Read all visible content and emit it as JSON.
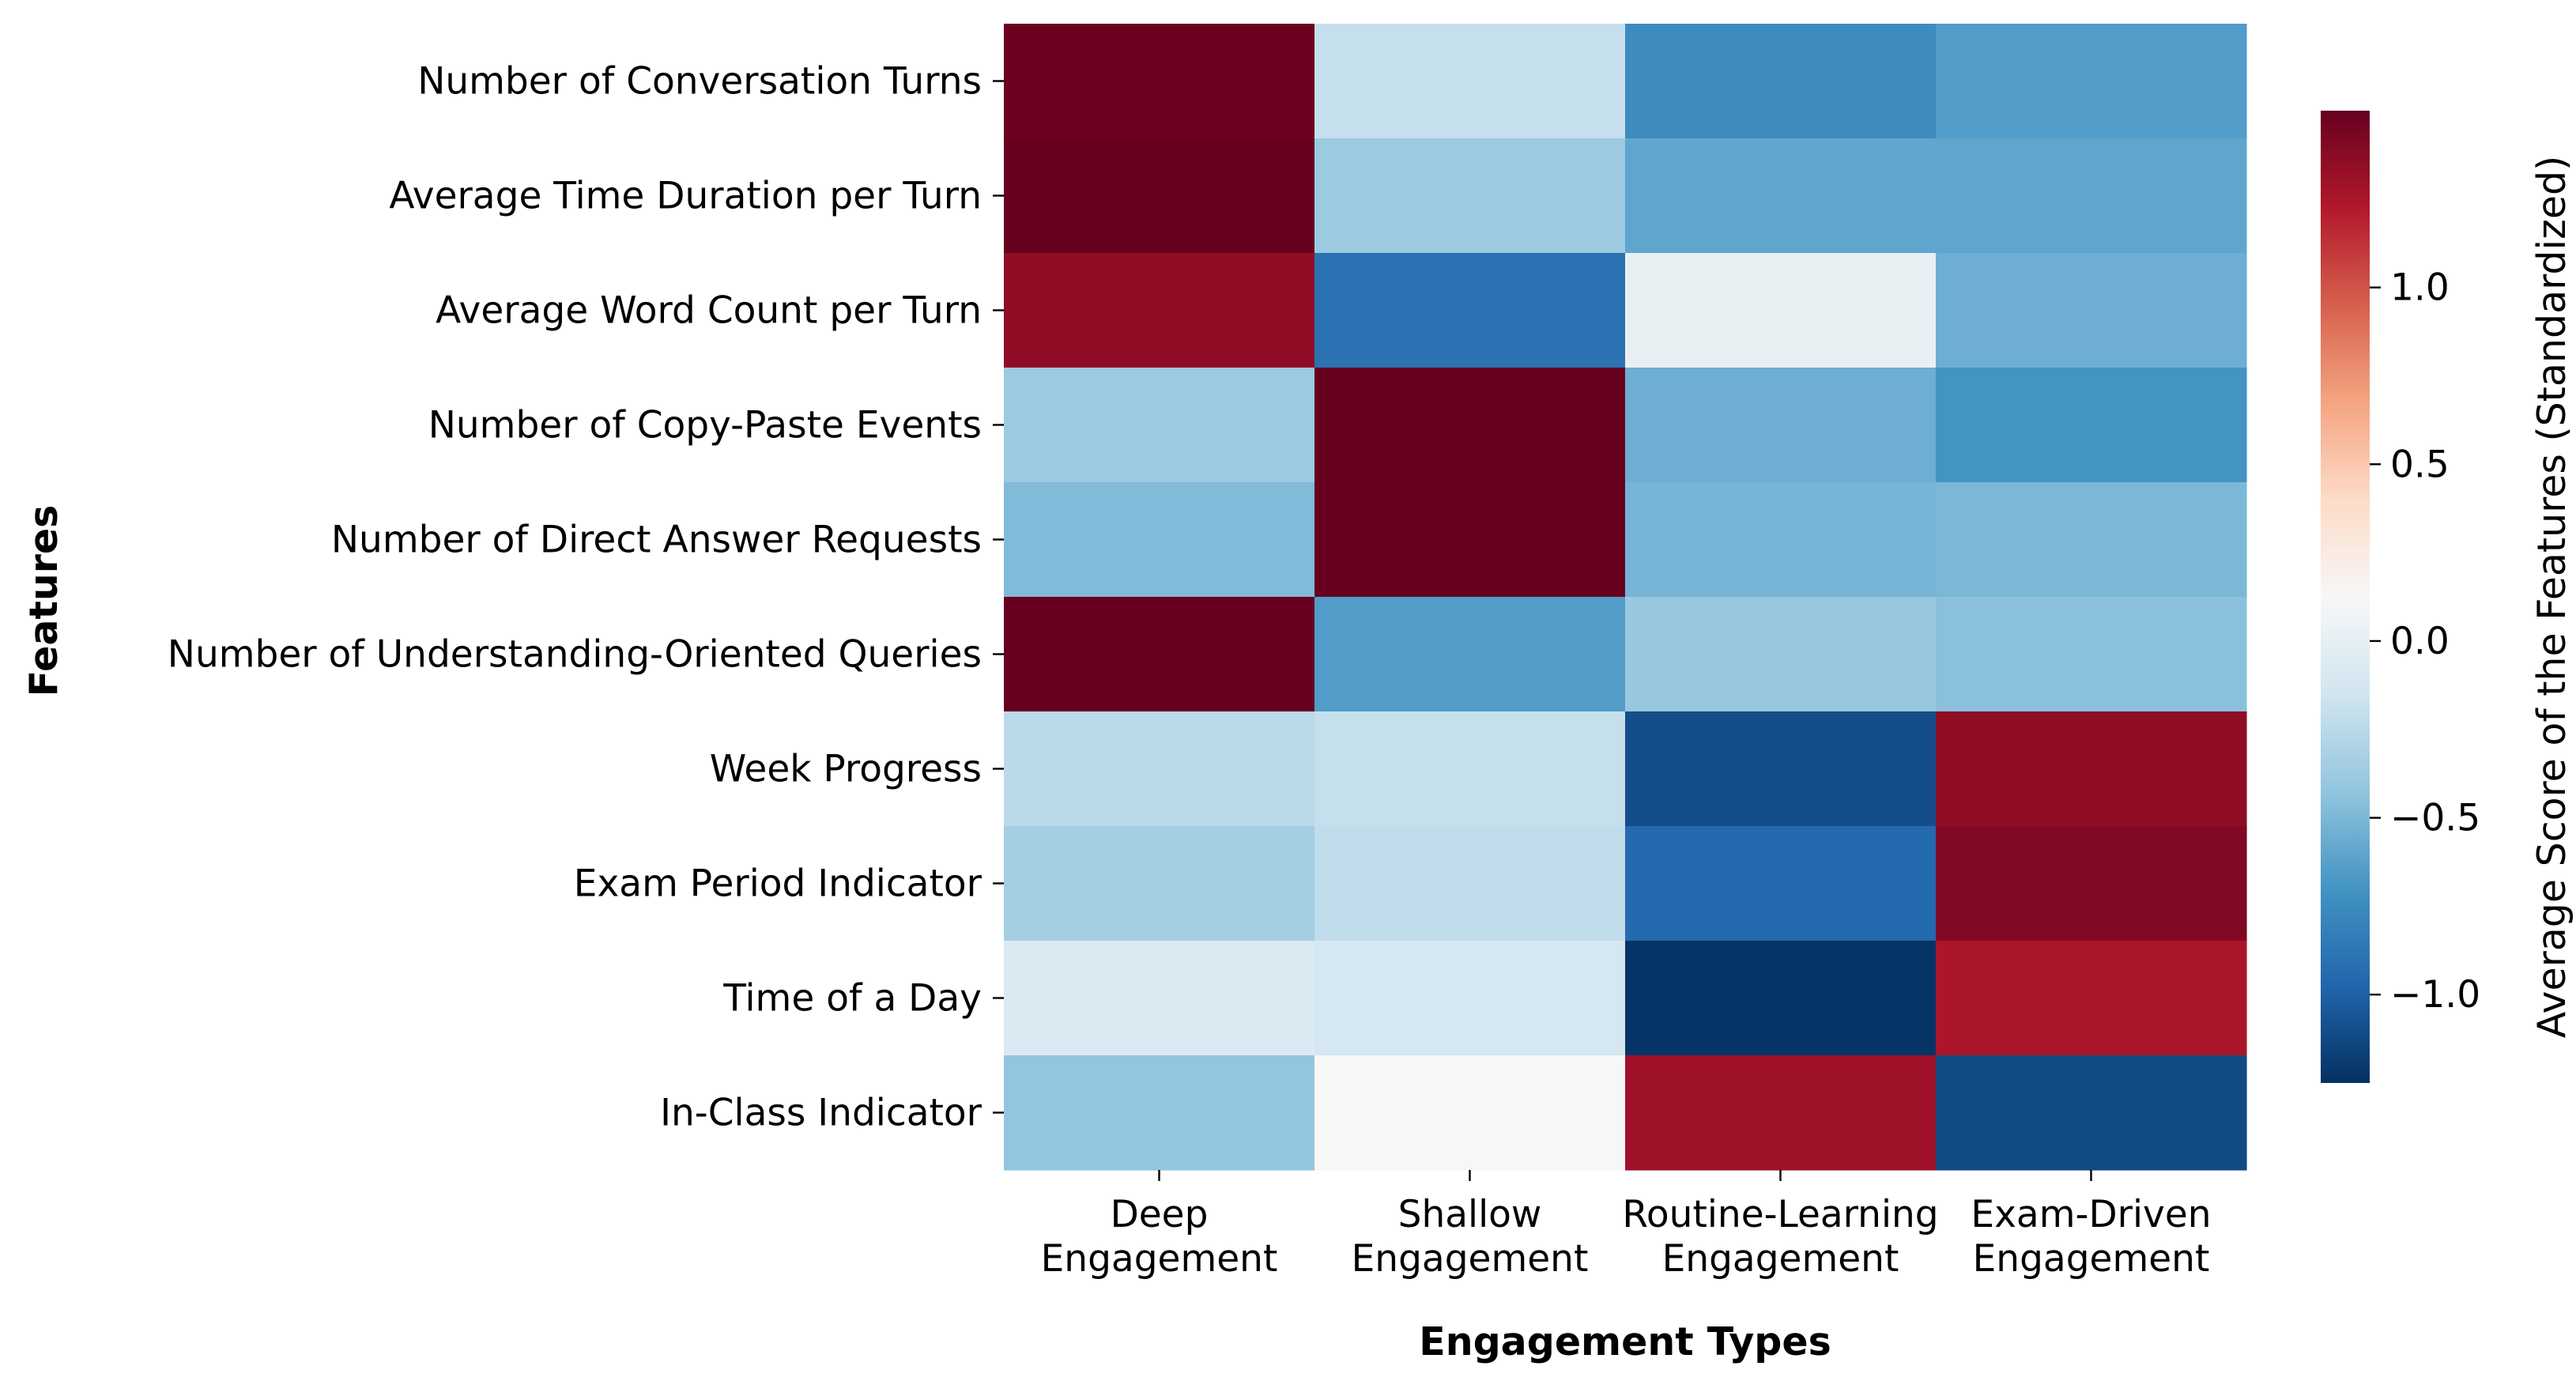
{
  "chart_data": {
    "type": "heatmap",
    "title": "",
    "xlabel": "Engagement Types",
    "ylabel": "Features",
    "colorbar_label": "Average Score of the Features (Standardized)",
    "colormap": "RdBu_r",
    "vmin": -1.25,
    "vmax": 1.5,
    "colorbar_ticks": [
      {
        "value": 1.0,
        "label": "1.0"
      },
      {
        "value": 0.5,
        "label": "0.5"
      },
      {
        "value": 0.0,
        "label": "0.0"
      },
      {
        "value": -0.5,
        "label": "−0.5"
      },
      {
        "value": -1.0,
        "label": "−1.0"
      }
    ],
    "x_categories": [
      [
        "Deep",
        "Engagement"
      ],
      [
        "Shallow",
        "Engagement"
      ],
      [
        "Routine-Learning",
        "Engagement"
      ],
      [
        "Exam-Driven",
        "Engagement"
      ]
    ],
    "y_categories": [
      "Number of Conversation Turns",
      "Average Time Duration per Turn",
      "Average Word Count per Turn",
      "Number of Copy-Paste Events",
      "Number of Direct Answer Requests",
      "Number of Understanding-Oriented Queries",
      "Week Progress",
      "Exam Period Indicator",
      "Time of a Day",
      "In-Class Indicator"
    ],
    "values": [
      [
        1.48,
        -0.2,
        -0.75,
        -0.65
      ],
      [
        1.5,
        -0.38,
        -0.6,
        -0.6
      ],
      [
        1.35,
        -0.9,
        0.02,
        -0.55
      ],
      [
        -0.38,
        1.5,
        -0.55,
        -0.7
      ],
      [
        -0.48,
        1.5,
        -0.52,
        -0.5
      ],
      [
        1.5,
        -0.65,
        -0.4,
        -0.45
      ],
      [
        -0.25,
        -0.2,
        -1.1,
        1.35
      ],
      [
        -0.35,
        -0.22,
        -0.95,
        1.4
      ],
      [
        -0.08,
        -0.12,
        -1.23,
        1.25
      ],
      [
        -0.42,
        0.12,
        1.3,
        -1.12
      ]
    ]
  }
}
